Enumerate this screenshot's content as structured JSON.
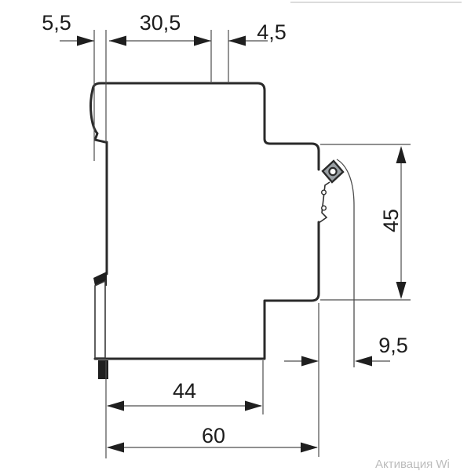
{
  "drawing": {
    "kind": "dimensional side-view drawing of a DIN-rail circuit breaker",
    "units_shown": "millimetre values with comma decimal separator"
  },
  "dimensions": {
    "top_left": "5,5",
    "top_middle": "30,5",
    "top_right": "4,5",
    "right_height": "45",
    "handle_protrusion": "9,5",
    "bottom_inner": "44",
    "bottom_overall": "60"
  },
  "watermark": "Активация Wi",
  "colors": {
    "outline": "#2a2a2a",
    "thin_line": "#4d4d4d",
    "arrow_fill": "#1f1f1f",
    "screw_fill": "#9aa0a4",
    "watermark": "#bcbcbc",
    "background": "#ffffff"
  }
}
